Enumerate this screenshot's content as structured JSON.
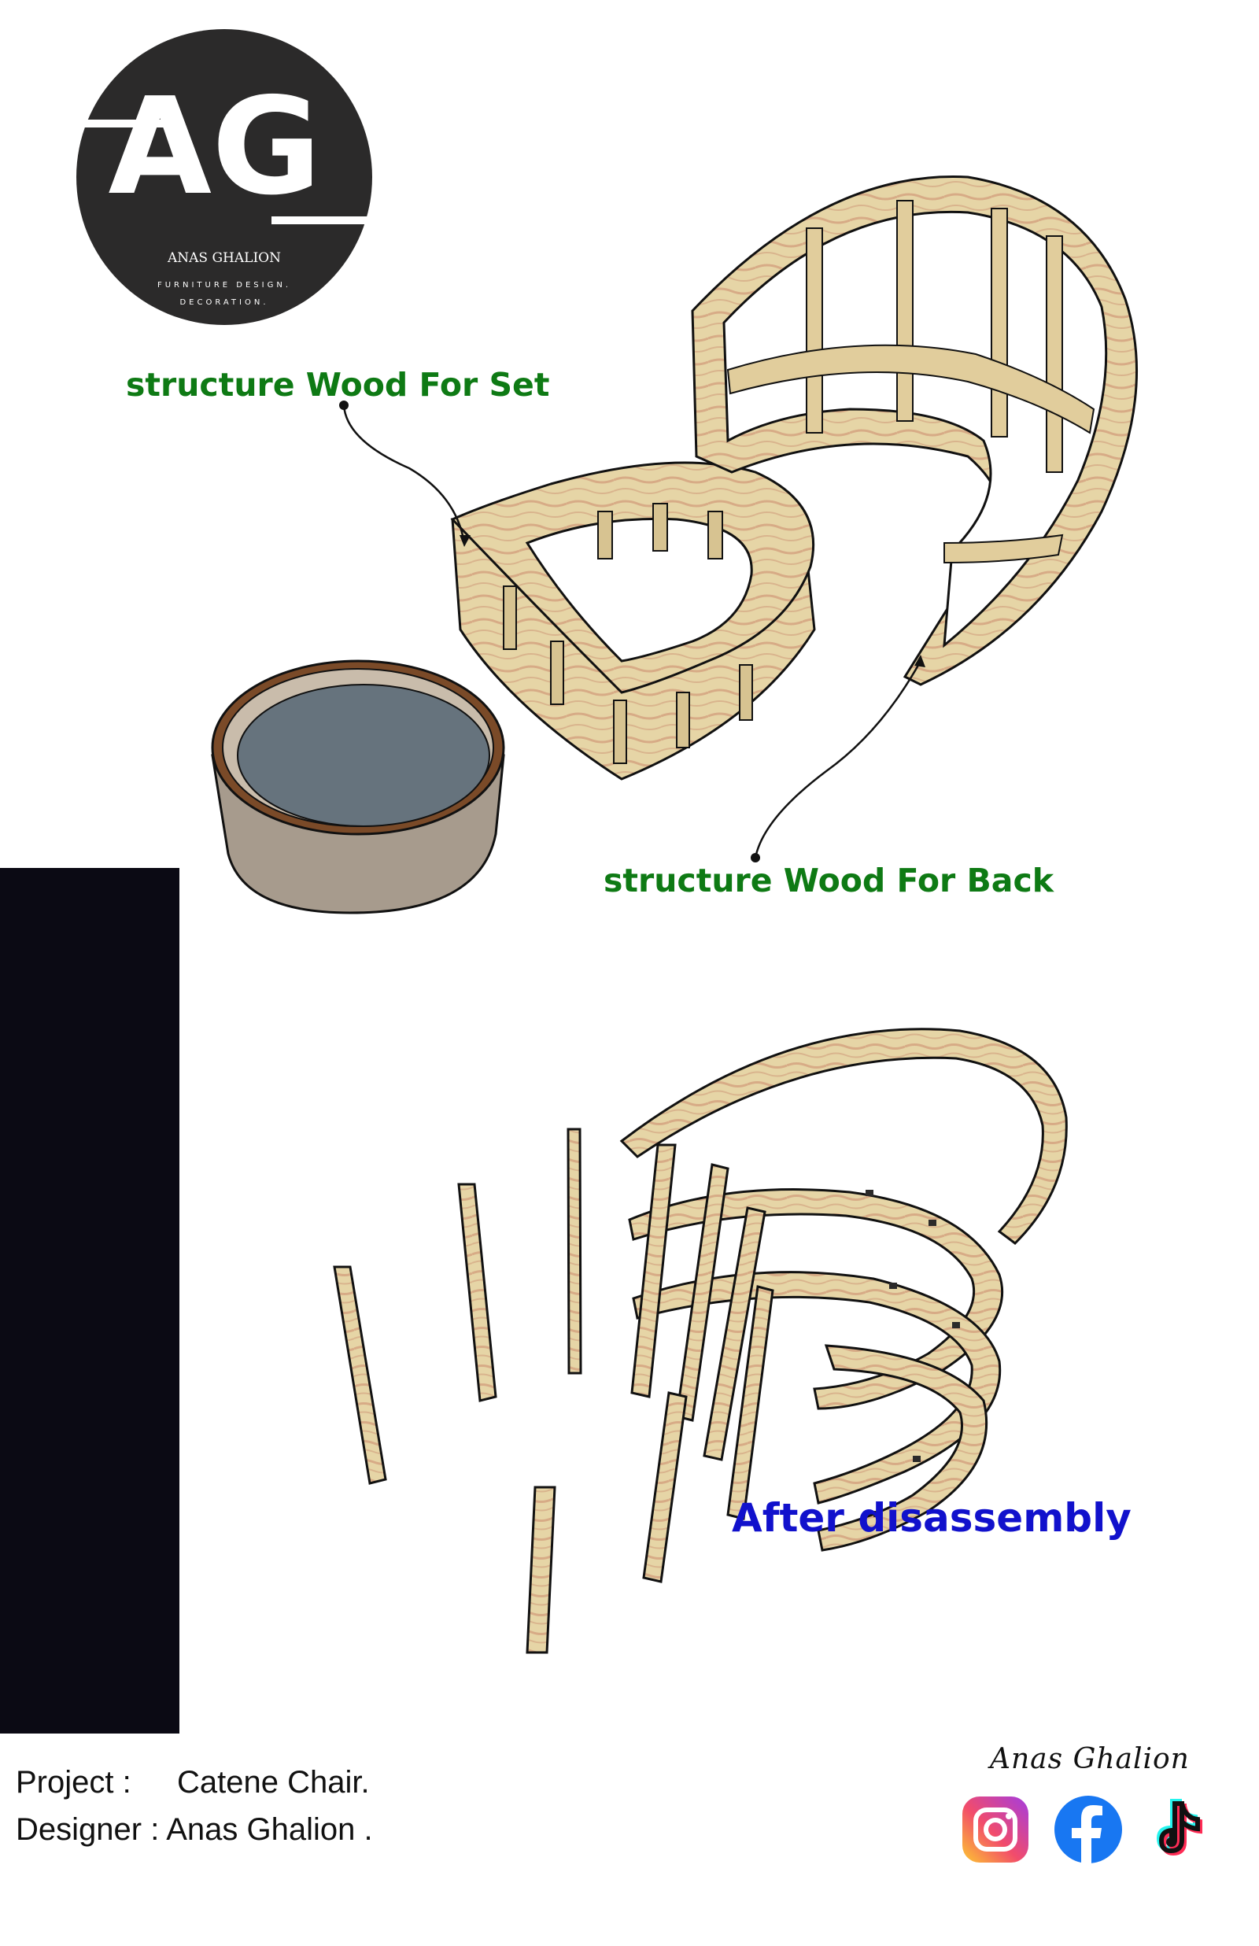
{
  "logo": {
    "monogram": "AG",
    "name": "ANAS GHALION",
    "tagline_1": "FURNITURE DESIGN.",
    "tagline_2": "DECORATION."
  },
  "labels": {
    "seat_structure": "structure Wood For Set",
    "back_structure": "structure Wood For Back",
    "after_disassembly": "After disassembly"
  },
  "credits": {
    "project_key": "Project :",
    "project_value": "Catene Chair.",
    "designer_key": "Designer :",
    "designer_value": "Anas Ghalion ."
  },
  "signature": "Anas Ghalion",
  "social_icons": [
    "instagram-icon",
    "facebook-icon",
    "tiktok-icon"
  ],
  "colors": {
    "label_green": "#0e7a14",
    "label_blue": "#1111cc",
    "wood": "#e6d5a6",
    "wood_grain": "#d7ab86",
    "logo_dark": "#2b2a2a",
    "black_bar": "#0b0a14"
  }
}
